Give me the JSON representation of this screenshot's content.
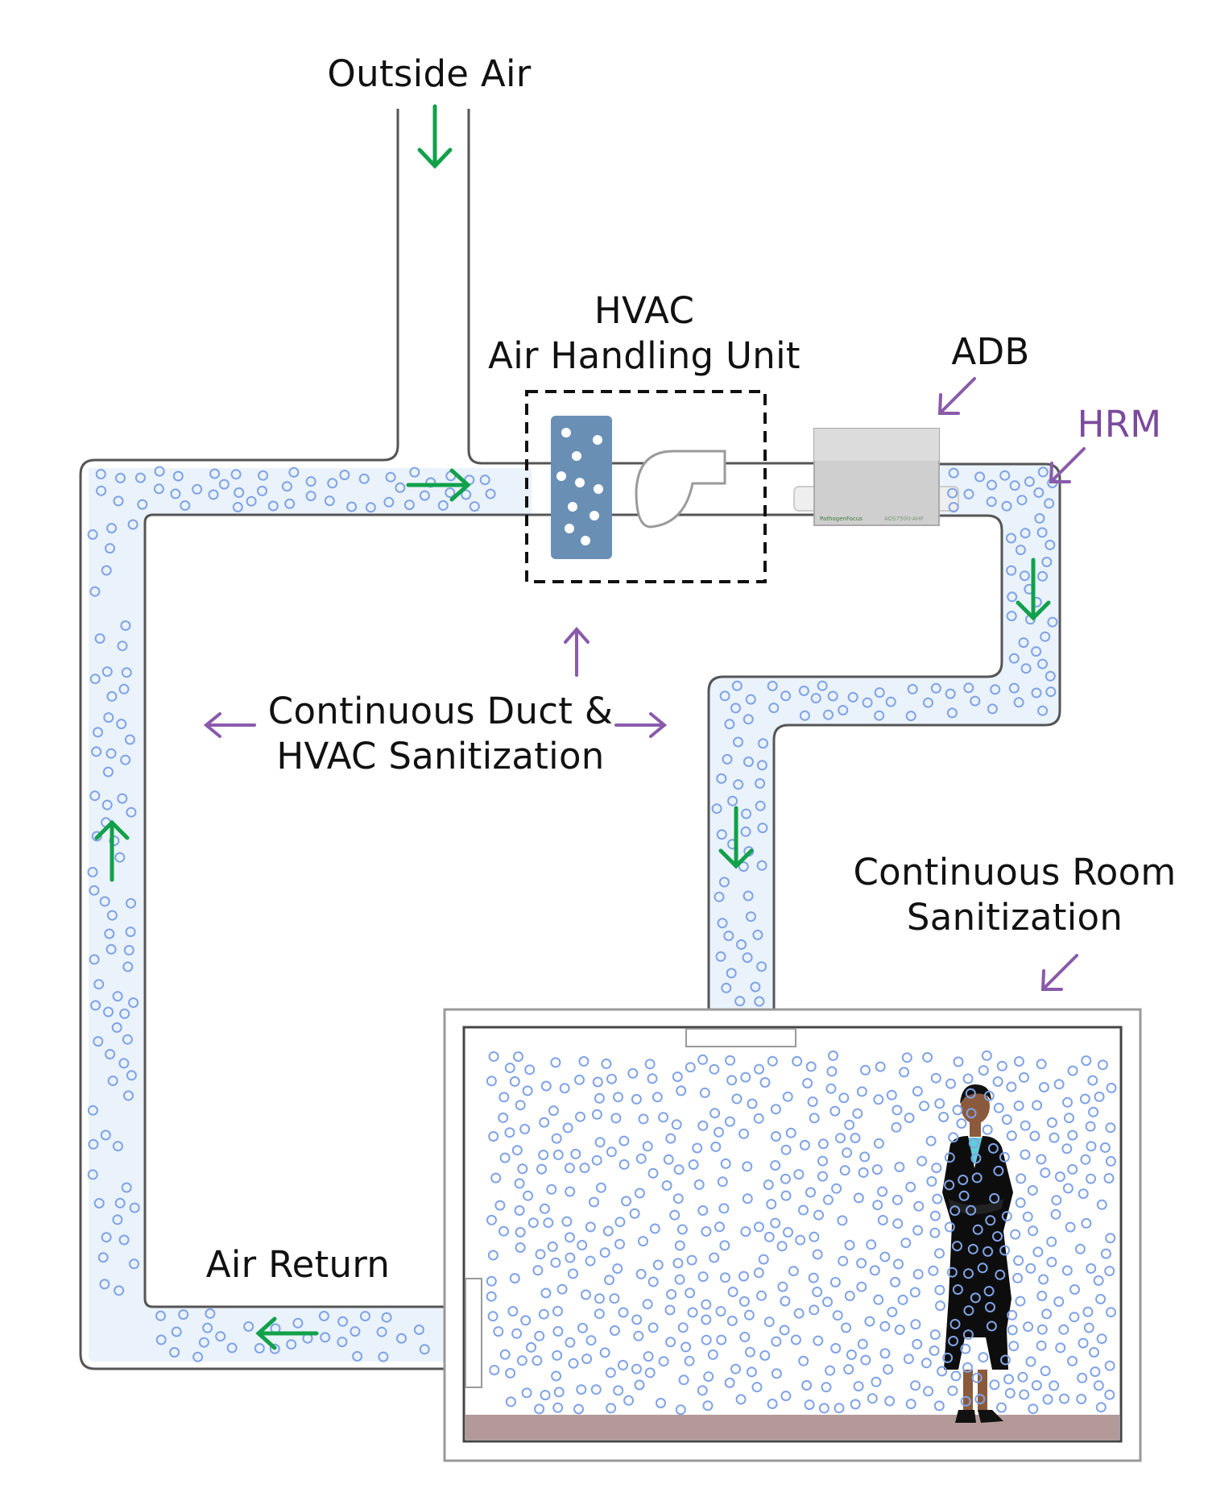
{
  "labels": {
    "outside_air": "Outside Air",
    "hvac_line1": "HVAC",
    "hvac_line2": "Air Handling Unit",
    "adb": "ADB",
    "hrm": "HRM",
    "duct_line1": "Continuous Duct &",
    "duct_line2": "HVAC Sanitization",
    "room_line1": "Continuous Room",
    "room_line2": "Sanitization",
    "air_return": "Air Return"
  },
  "device": {
    "brand": "PathogenFocus",
    "model": "AOS7500-AHF"
  },
  "colors": {
    "flow_arrow": "#11a14a",
    "annotation_arrow": "#8a5aab",
    "annotation_text": "#7b4a9c",
    "duct_fill": "#eaf2fb",
    "duct_outline": "#555555",
    "particle": "#7fa3e6",
    "filter": "#6a8fb5",
    "floor": "#b39a98",
    "device_body": "#cfcfcf"
  },
  "icons": {
    "flow": "green-flow-arrow-icon",
    "annotation": "purple-pointer-arrow-icon",
    "particle": "ion-particle-icon",
    "filter": "hvac-filter-icon",
    "fan": "blower-fan-icon",
    "device": "ionization-device-icon",
    "person": "person-figure-icon"
  }
}
